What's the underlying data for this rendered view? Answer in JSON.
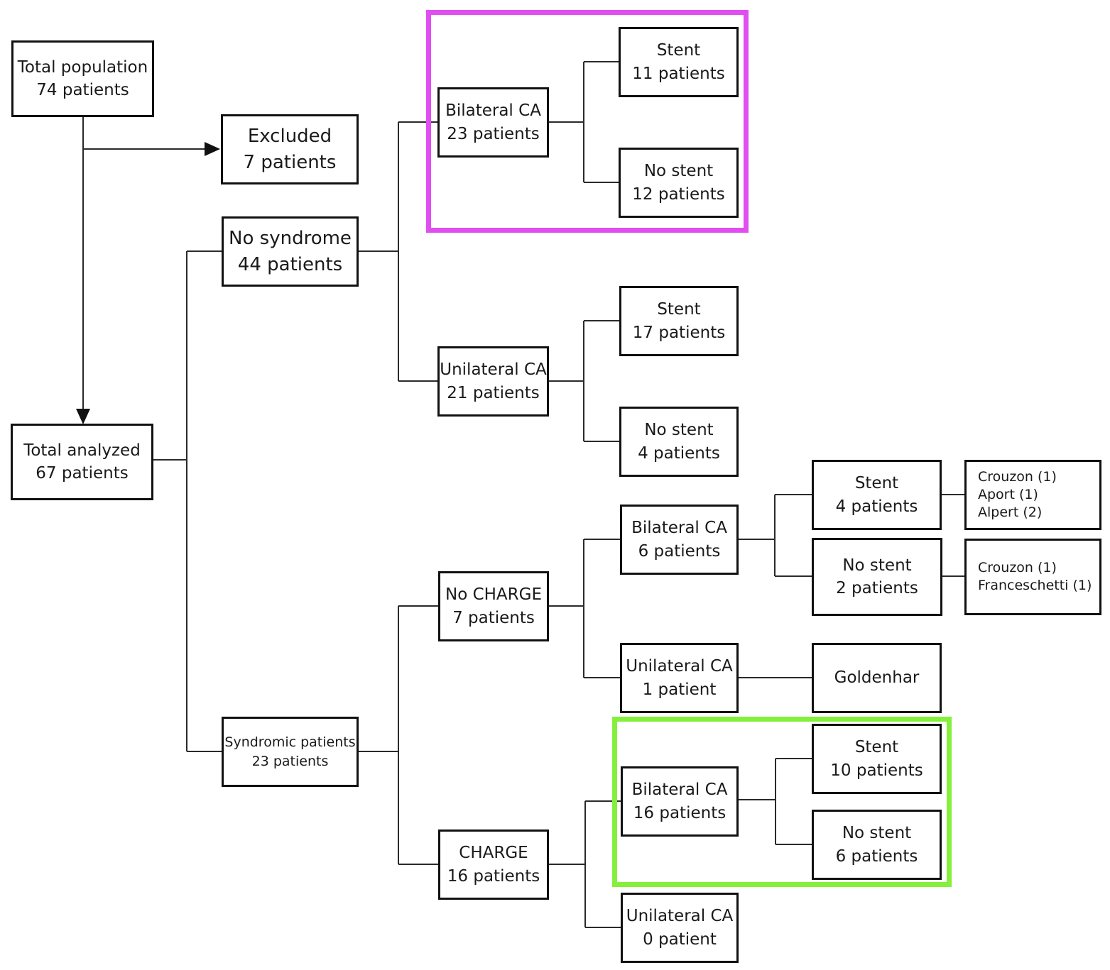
{
  "highlight_colors": {
    "magenta": "#e04ef0",
    "green": "#84f03c"
  },
  "nodes": {
    "total_population": {
      "line1": "Total population",
      "line2": "74 patients"
    },
    "excluded": {
      "line1": "Excluded",
      "line2": "7 patients"
    },
    "total_analyzed": {
      "line1": "Total analyzed",
      "line2": "67 patients"
    },
    "no_syndrome": {
      "line1": "No syndrome",
      "line2": "44 patients"
    },
    "syndromic": {
      "line1": "Syndromic patients",
      "line2": "23 patients"
    },
    "ns_bilateral": {
      "line1": "Bilateral CA",
      "line2": "23 patients"
    },
    "ns_unilateral": {
      "line1": "Unilateral CA",
      "line2": "21 patients"
    },
    "ns_bi_stent": {
      "line1": "Stent",
      "line2": "11 patients"
    },
    "ns_bi_nostent": {
      "line1": "No stent",
      "line2": "12 patients"
    },
    "ns_uni_stent": {
      "line1": "Stent",
      "line2": "17 patients"
    },
    "ns_uni_nostent": {
      "line1": "No stent",
      "line2": "4 patients"
    },
    "no_charge": {
      "line1": "No CHARGE",
      "line2": "7 patients"
    },
    "charge": {
      "line1": "CHARGE",
      "line2": "16 patients"
    },
    "nc_bilateral": {
      "line1": "Bilateral CA",
      "line2": "6 patients"
    },
    "nc_unilateral": {
      "line1": "Unilateral CA",
      "line2": "1 patient"
    },
    "nc_bi_stent": {
      "line1": "Stent",
      "line2": "4 patients"
    },
    "nc_bi_nostent": {
      "line1": "No stent",
      "line2": "2 patients"
    },
    "nc_stent_syndromes": {
      "line1": "Crouzon (1)",
      "line2": "Aport (1)",
      "line3": "Alpert (2)"
    },
    "nc_nostent_syndromes": {
      "line1": "Crouzon (1)",
      "line2": "Franceschetti (1)"
    },
    "goldenhar": {
      "line1": "Goldenhar"
    },
    "ch_bilateral": {
      "line1": "Bilateral CA",
      "line2": "16 patients"
    },
    "ch_unilateral": {
      "line1": "Unilateral CA",
      "line2": "0 patient"
    },
    "ch_bi_stent": {
      "line1": "Stent",
      "line2": "10 patients"
    },
    "ch_bi_nostent": {
      "line1": "No stent",
      "line2": "6 patients"
    }
  }
}
